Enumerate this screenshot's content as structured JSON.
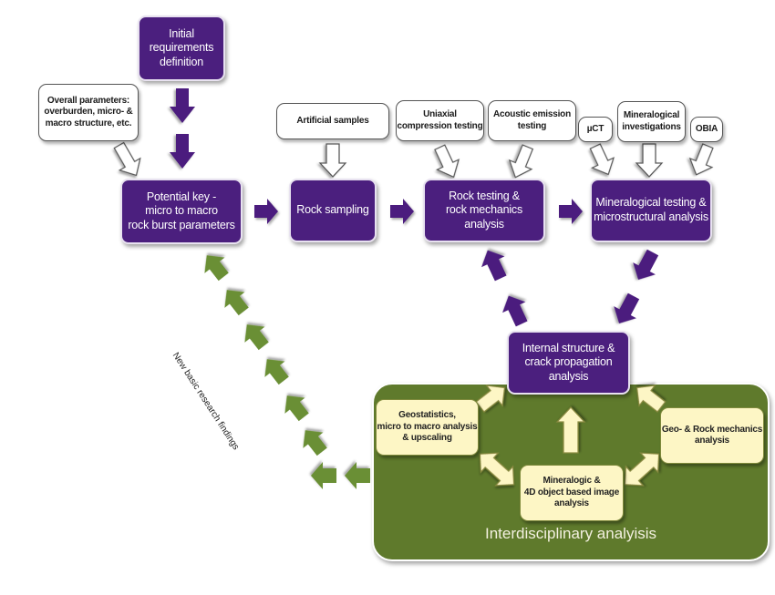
{
  "diagram": {
    "colors": {
      "process_box": "#4b1f7e",
      "input_box": "#ffffff",
      "panel_green": "#5f7a2c",
      "panel_box": "#fdf6c5",
      "feedback_arrow": "#6a8f34"
    },
    "process_boxes": {
      "initial": "Initial\nrequirements\ndefinition",
      "potential_key": "Potential key -\nmicro to macro\nrock burst parameters",
      "rock_sampling": "Rock sampling",
      "rock_testing": "Rock testing &\nrock mechanics analysis",
      "mineralogical_testing": "Mineralogical testing &\nmicrostructural analysis",
      "internal_structure": "Internal structure &\ncrack propagation\nanalysis"
    },
    "input_boxes": {
      "overall_parameters": "Overall parameters:\noverburden, micro- &\nmacro structure, etc.",
      "artificial_samples": "Artificial samples",
      "uniaxial": "Uniaxial\ncompression testing",
      "acoustic": "Acoustic emission\ntesting",
      "uct": "µCT",
      "mineralogical_investigations": "Mineralogical\ninvestigations",
      "obia": "OBIA"
    },
    "panel": {
      "title": "Interdisciplinary analyisis",
      "geostatistics": "Geostatistics,\nmicro to macro analysis\n& upscaling",
      "geo_rock": "Geo- & Rock mechanics\nanalysis",
      "mineralogic": "Mineralogic &\n4D  object based image\nanalysis"
    },
    "feedback_label": "New  basic research findings"
  }
}
